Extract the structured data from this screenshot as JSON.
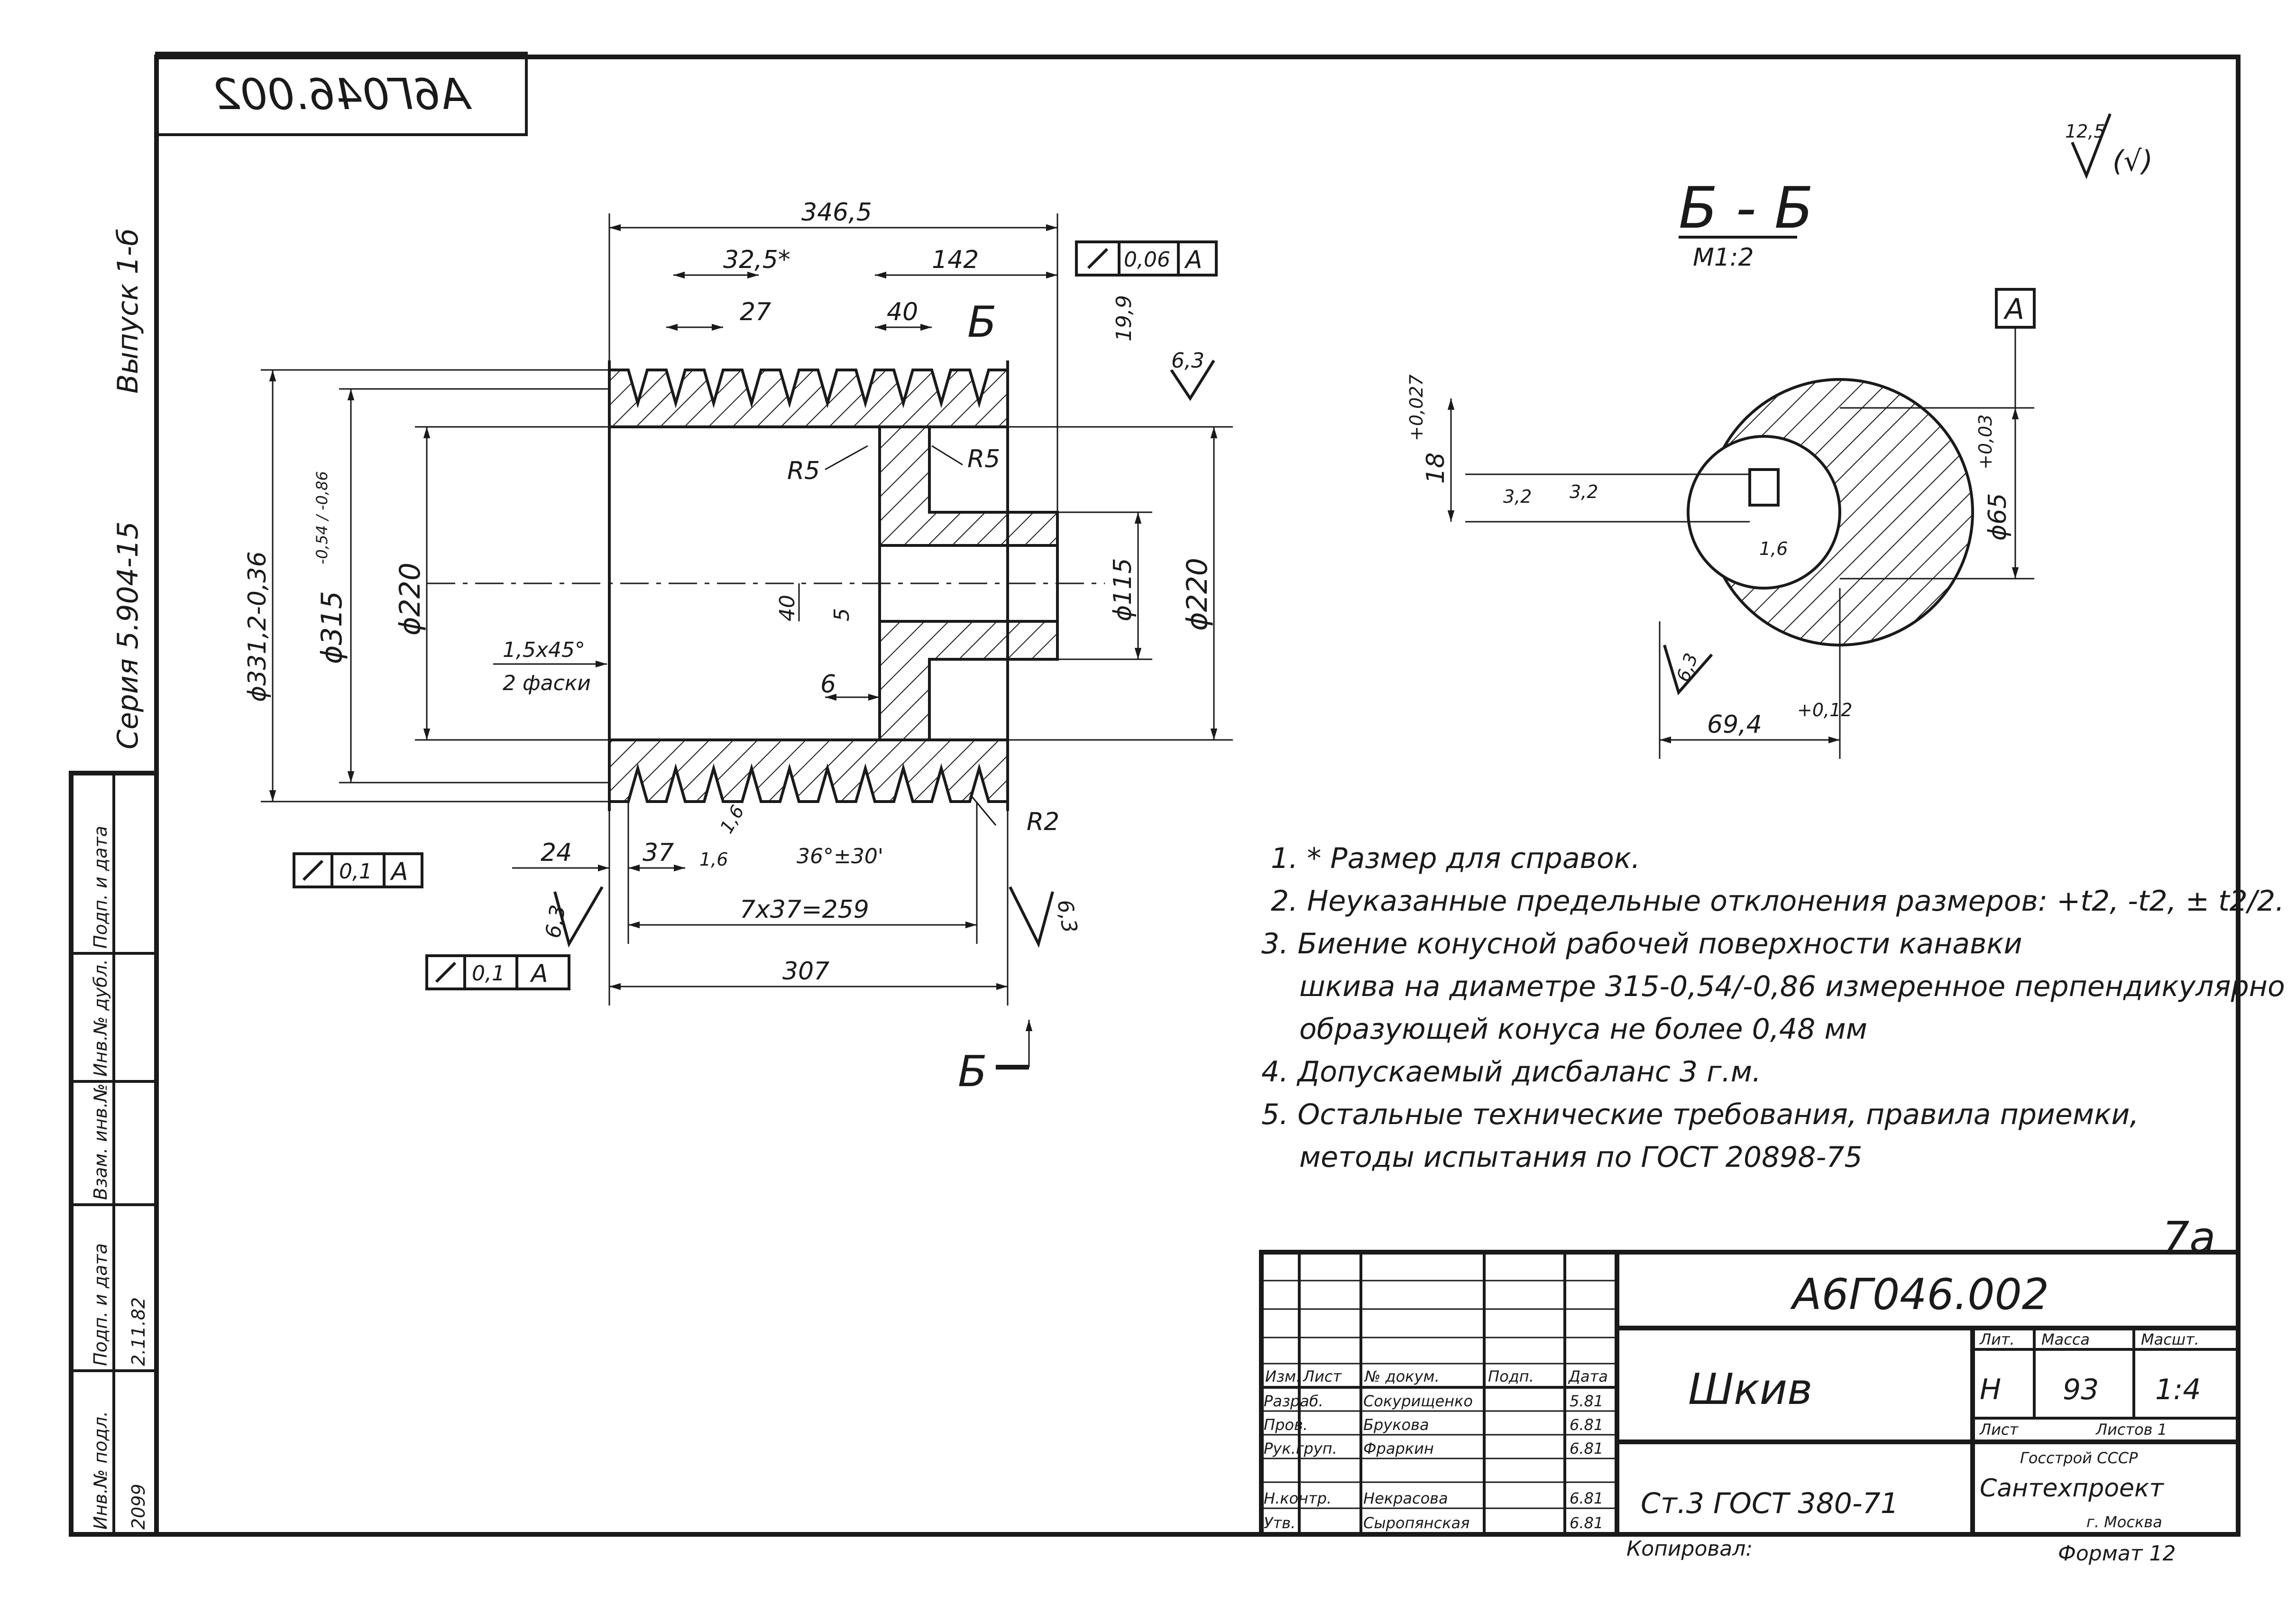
{
  "stamp_mirrored": "А6Г046.002",
  "roughness_general": "12,5",
  "roughness_paren": "(√)",
  "series": "Серия 5.904-15",
  "issue": "Выпуск 1-б",
  "section": {
    "title": "Б - Б",
    "scale": "М1:2",
    "cut_mark_top": "Б",
    "cut_mark_bottom": "Б",
    "datum": "А",
    "keyway_dim": "18",
    "keyway_tol": "+0,027",
    "keyway_rough_1": "3,2",
    "keyway_rough_2": "3,2",
    "bore_dim": "ϕ65",
    "bore_tol": "+0,03",
    "bore_rough": "1,6",
    "hub_dim": "69,4",
    "hub_tol": "+0,12",
    "outer_rough": "6,3"
  },
  "dims": {
    "overall_length": "346,5",
    "groove_ref": "32,5*",
    "groove_right": "142",
    "groove_width": "27",
    "rib": "40",
    "runout_top_val": "0,06",
    "runout_top_datum": "А",
    "dim_199": "19,9",
    "rough_top": "6,3",
    "dia_outer": "ϕ331,2-0,36",
    "dia_pitch": "ϕ315",
    "dia_pitch_tol": "-0,54 / -0,86",
    "dia_bore_left": "ϕ220",
    "dia_bore_right": "ϕ220",
    "dia_hub": "ϕ115",
    "r5_left": "R5",
    "r5_right": "R5",
    "r2": "R2",
    "chamfer": "1,5x45°",
    "chamfer_note": "2 фаски",
    "dim_40": "40",
    "dim_5": "5",
    "dim_6": "6",
    "dim_24": "24",
    "dim_37": "37",
    "rough_16a": "1,6",
    "rough_16b": "1,6",
    "angle": "36°±30'",
    "pitch_chain": "7x37=259",
    "dim_307": "307",
    "rough_left": "6,3",
    "rough_right": "6,3",
    "runout_left_val": "0,1",
    "runout_left_datum": "А",
    "runout_bottom_val": "0,1",
    "runout_bottom_datum": "А"
  },
  "notes": [
    "1. * Размер для справок.",
    "2. Неуказанные предельные отклонения размеров: +t2, -t2, ± t2/2.",
    "3. Биение конусной рабочей поверхности канавки",
    "шкива на диаметре 315-0,54/-0,86 измеренное перпендикулярно",
    "образующей конуса не более 0,48 мм",
    "4. Допускаемый дисбаланс 3 г.м.",
    "5. Остальные технические требования, правила приемки,",
    "методы испытания по ГОСТ 20898-75"
  ],
  "sheet_mark": "7а",
  "title_block": {
    "code": "А6Г046.002",
    "name": "Шкив",
    "material": "Ст.3 ГОСТ 380-71",
    "hdr_lit": "Лит.",
    "hdr_mass": "Масса",
    "hdr_scale": "Масшт.",
    "lit": "Н",
    "mass": "93",
    "scale": "1:4",
    "sheet": "Лист",
    "sheets": "Листов 1",
    "org1": "Госстрой СССР",
    "org2": "Сантехпроект",
    "org3": "г. Москва",
    "cols": [
      "Изм.",
      "Лист",
      "№ докум.",
      "Подп.",
      "Дата"
    ],
    "rows": [
      {
        "role": "Разраб.",
        "name": "Сокурищенко",
        "date": "5.81"
      },
      {
        "role": "Пров.",
        "name": "Брукова",
        "date": "6.81"
      },
      {
        "role": "Рук.груп.",
        "name": "Фраркин",
        "date": "6.81"
      },
      {
        "role": "Н.контр.",
        "name": "Некрасова",
        "date": "6.81"
      },
      {
        "role": "Утв.",
        "name": "Сыропянская",
        "date": "6.81"
      }
    ]
  },
  "copied": "Копировал:",
  "format": "Формат 12",
  "side_block": {
    "inv": "Инв.№ подл.",
    "inv_val": "2099",
    "sign": "Подп. и дата",
    "sign_date": "2.11.82",
    "replace": "Взам. инв.№",
    "dup": "Инв.№ дубл.",
    "sign2": "Подп. и дата"
  }
}
